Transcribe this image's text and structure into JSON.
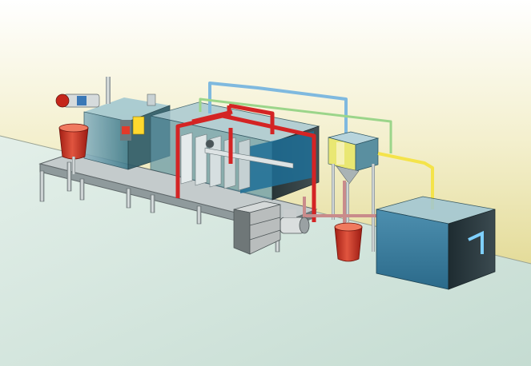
{
  "scene": {
    "kind": "isometric process-equipment illustration",
    "components": [
      {
        "name": "wall-backdrop",
        "color": "#ece6b0"
      },
      {
        "name": "floor",
        "color": "#dcebe4"
      },
      {
        "name": "support-platform",
        "color": "#8f9a9c"
      },
      {
        "name": "feed-tank",
        "color": "#3c6f80"
      },
      {
        "name": "reaction-tank",
        "color": "#2f6f86"
      },
      {
        "name": "plate-stack",
        "color": "#c9d2d4"
      },
      {
        "name": "red-pipe-frame",
        "color": "#d42424"
      },
      {
        "name": "red-bucket-left",
        "color": "#d63a2a"
      },
      {
        "name": "red-bucket-right",
        "color": "#d63a2a"
      },
      {
        "name": "dosing-tower",
        "color": "#5a8fa0"
      },
      {
        "name": "yellow-pipe",
        "color": "#f4e34a"
      },
      {
        "name": "blue-pipe",
        "color": "#7fb9df"
      },
      {
        "name": "green-pipe",
        "color": "#9bd58a"
      },
      {
        "name": "outlet-pipe",
        "color": "#c98b8b"
      },
      {
        "name": "pump-motor",
        "color": "#d9dcdc"
      },
      {
        "name": "side-steps",
        "color": "#b9bdbd"
      },
      {
        "name": "clear-water-tank",
        "color": "#2d6e8e"
      }
    ]
  }
}
